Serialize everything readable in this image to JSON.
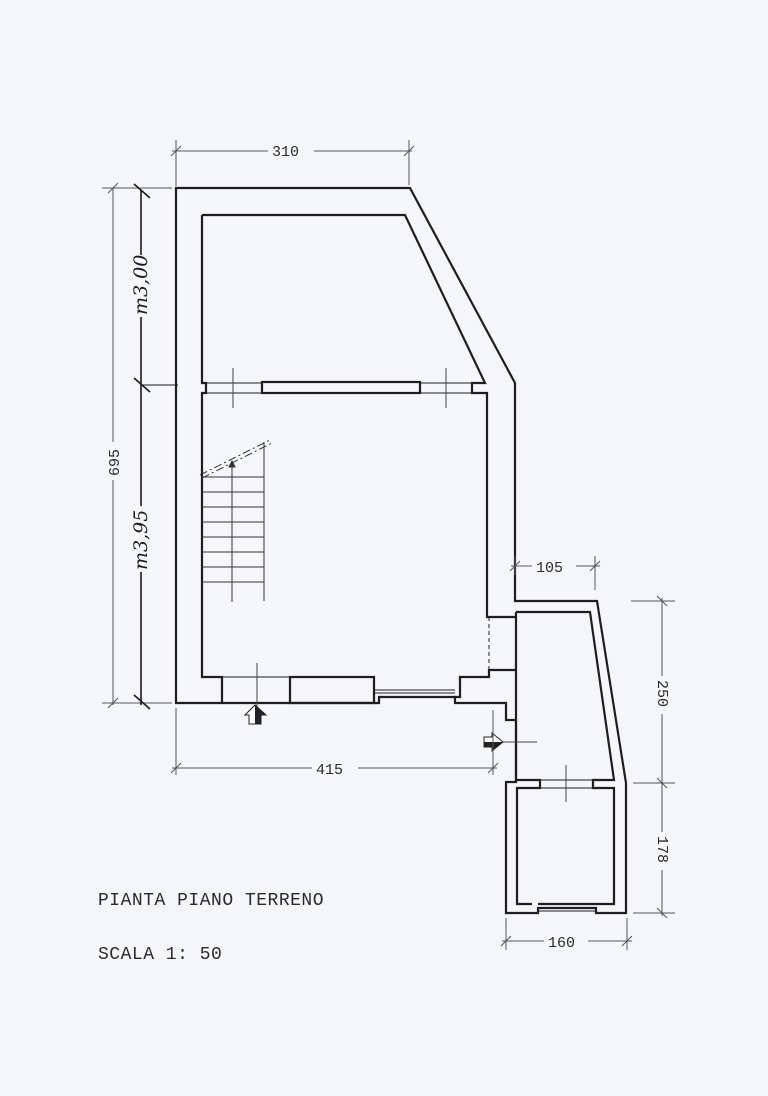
{
  "drawing": {
    "title": "PIANTA PIANO TERRENO",
    "scale": "SCALA 1: 50",
    "dimensions": {
      "top_width": "310",
      "total_height": "695",
      "bottom_width": "415",
      "annex_offset": "105",
      "annex_upper_height": "250",
      "annex_lower_height": "178",
      "annex_width": "160"
    },
    "handwritten": {
      "upper_height": "m3,00",
      "lower_height": "m3,95"
    },
    "colors": {
      "paper": "#f4f6fa",
      "ink": "#1e1e1e",
      "dim_line": "#555555"
    }
  }
}
